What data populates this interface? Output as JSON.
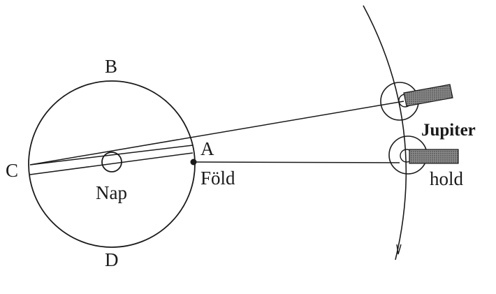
{
  "labels": {
    "point_b": "B",
    "point_c": "C",
    "point_a": "A",
    "point_d": "D",
    "sun": "Nap",
    "earth": "Föld",
    "jupiter": "Jupiter",
    "moon": "hold"
  },
  "colors": {
    "ink": "#1a1a1a",
    "shading": "#7a7a7a",
    "background": "#ffffff"
  }
}
